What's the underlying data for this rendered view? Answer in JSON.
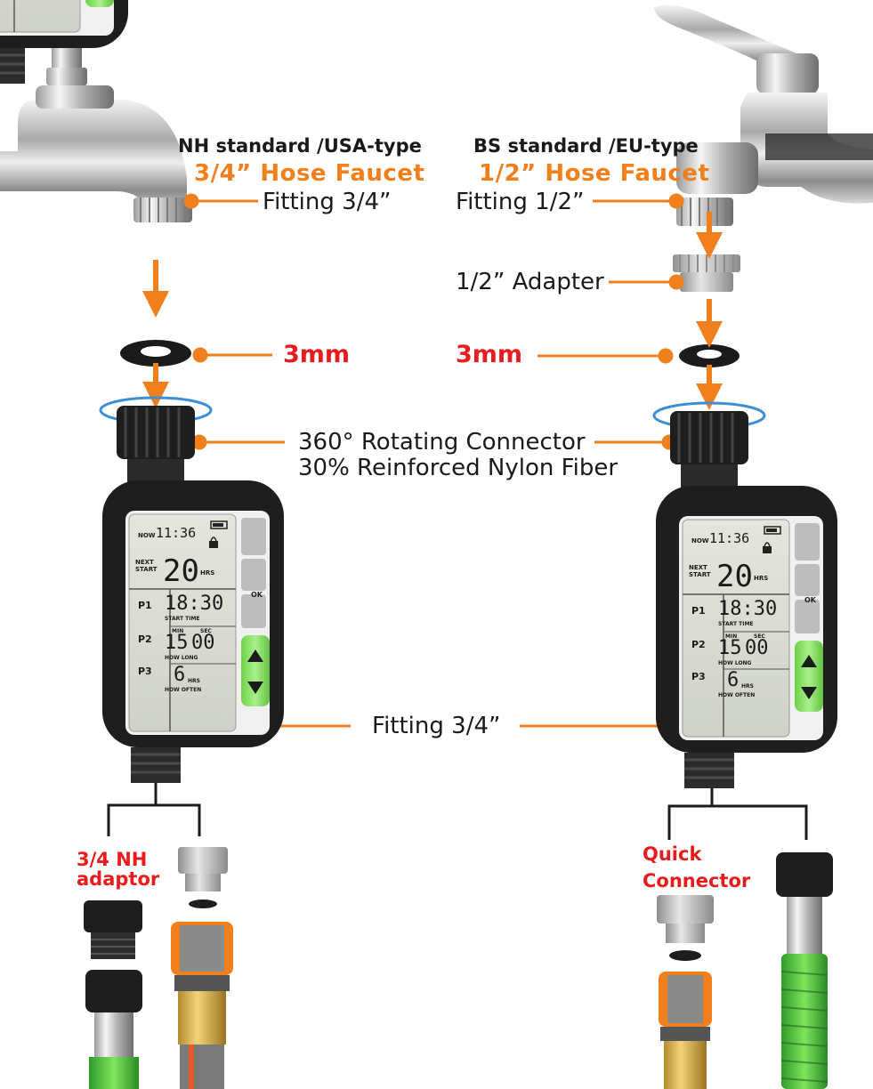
{
  "left": {
    "standard": "NH standard /USA-type",
    "faucet": "3/4” Hose Faucet",
    "fitting": "Fitting 3/4”",
    "washer": "3mm",
    "adaptor_label_line1": "3/4 NH",
    "adaptor_label_line2": "adaptor"
  },
  "right": {
    "standard": "BS standard /EU-type",
    "faucet": "1/2” Hose Faucet",
    "fitting": "Fitting 1/2”",
    "adapter": "1/2” Adapter",
    "washer": "3mm",
    "connector_label_line1": "Quick",
    "connector_label_line2": "Connector"
  },
  "center": {
    "rotating_line1": "360° Rotating Connector",
    "rotating_line2": "30% Reinforced Nylon Fiber",
    "outlet_fitting": "Fitting 3/4”"
  },
  "timer_display": {
    "now_label": "NOW",
    "clock": "11:36",
    "next_start_label": "NEXT START",
    "next_value": "20",
    "next_unit": "HRS",
    "start_time": "18:30",
    "start_time_label": "START TIME",
    "duration_min": "15",
    "duration_sec": "00",
    "min_label": "MIN",
    "sec_label": "SEC",
    "how_long_label": "HOW LONG",
    "frequency": "6",
    "frequency_unit": "HRS",
    "how_often_label": "HOW OFTEN",
    "programs": [
      "P1",
      "P2",
      "P3"
    ],
    "program_state": "ON",
    "ok_label": "OK"
  },
  "colors": {
    "accent_orange": "#f07f1c",
    "label_red": "#e81c1c",
    "lcd_background": "#d9dcd2",
    "button_green": "#8fe06a",
    "body_black": "#1e1e1e"
  }
}
